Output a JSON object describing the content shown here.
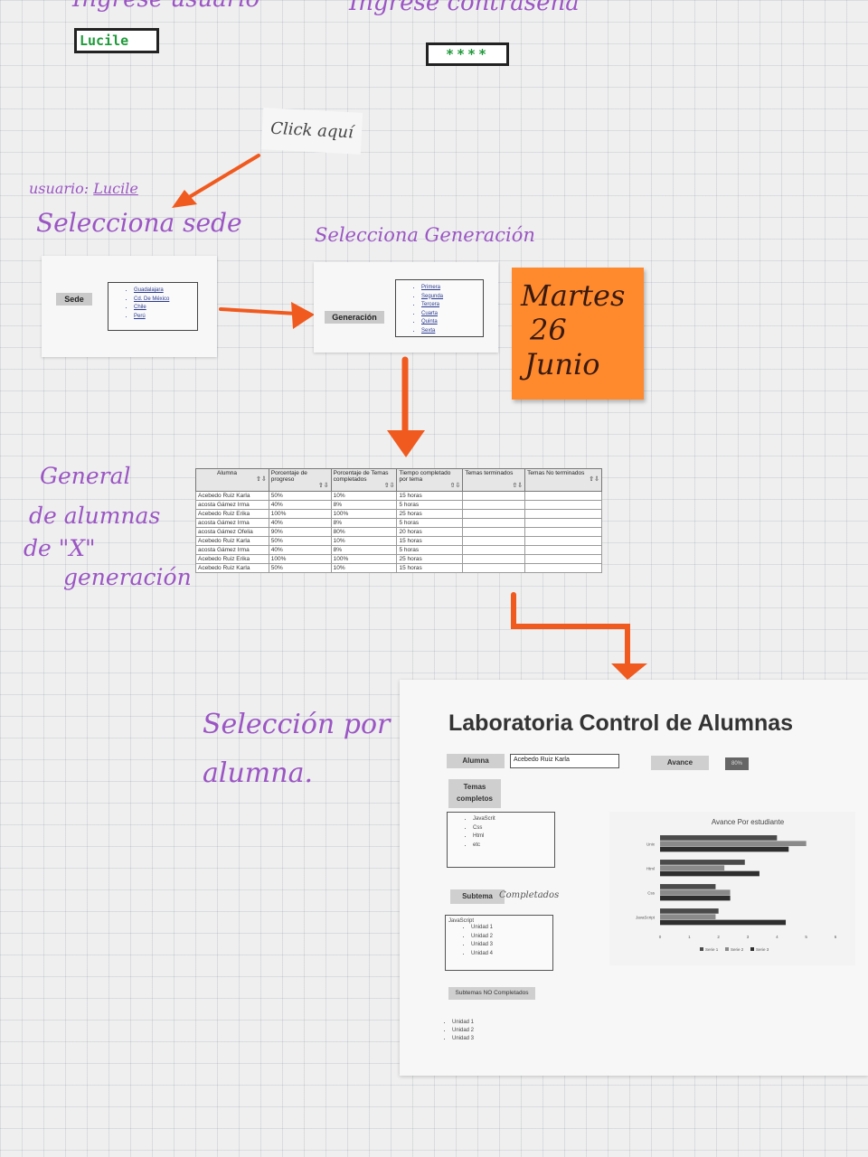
{
  "login": {
    "user_heading": "Ingrese usuario",
    "password_heading": "Ingrese contraseña",
    "user_value": "Lucile",
    "password_value": "****"
  },
  "click_note": "Click aquí",
  "user_label": "usuario:",
  "user_name": "Lucile",
  "select_sede_title": "Selecciona sede",
  "select_gen_title": "Selecciona Generación",
  "sede": {
    "button": "Sede",
    "options": [
      "Guadalajara",
      "Cd. De México",
      "Chile",
      "Perú"
    ]
  },
  "generacion": {
    "button": "Generación",
    "options": [
      "Primera",
      "Segunda",
      "Tercera",
      "Cuarta",
      "Quinta",
      "Sexta"
    ]
  },
  "sticky": {
    "line1": "Martes",
    "line2": "26",
    "line3": "Junio"
  },
  "general_caption": {
    "line1": "General",
    "line2": "de alumnas",
    "line3": "de \"X\"",
    "line4": "generación"
  },
  "table": {
    "headers": [
      "Alumna",
      "Porcentaje de progreso",
      "Porcentaje de Temas completados",
      "Tiempo completado por tema",
      "Temas terminados",
      "Temas No terminados"
    ],
    "rows": [
      [
        "Acebedo Ruiz Karla",
        "50%",
        "10%",
        "15 horas",
        "",
        ""
      ],
      [
        "acosta Gámez Irma",
        "40%",
        "8%",
        "5 horas",
        "",
        ""
      ],
      [
        "Acebedo Ruiz Erika",
        "100%",
        "100%",
        "25 horas",
        "",
        ""
      ],
      [
        "acosta Gámez Irma",
        "40%",
        "8%",
        "5 horas",
        "",
        ""
      ],
      [
        "acosta Gámez Ofelia",
        "90%",
        "80%",
        "20 horas",
        "",
        ""
      ],
      [
        "Acebedo Ruiz Karla",
        "50%",
        "10%",
        "15 horas",
        "",
        ""
      ],
      [
        "acosta Gámez Irma",
        "40%",
        "8%",
        "5 horas",
        "",
        ""
      ],
      [
        "Acebedo Ruiz Erika",
        "100%",
        "100%",
        "25 horas",
        "",
        ""
      ],
      [
        "Acebedo Ruiz Karla",
        "50%",
        "10%",
        "15 horas",
        "",
        ""
      ]
    ]
  },
  "seleccion_caption": {
    "line1": "Selección por",
    "line2": "alumna."
  },
  "lab": {
    "title": "Laboratoria Control de Alumnas",
    "alumna_label": "Alumna",
    "alumna_value": "Acebedo Ruiz Karla",
    "avance_label": "Avance",
    "avance_value": "80%",
    "temas_label_1": "Temas",
    "temas_label_2": "completos",
    "temas": [
      "JavaScrit",
      "Css",
      "Html",
      "etc"
    ],
    "subtema_label": "Subtema",
    "subtema_handwritten": "Completados",
    "subtema_box_title": "JavaScript",
    "subtemas": [
      "Unidad 1",
      "Unidad 2",
      "Unidad 3",
      "Unidad 4"
    ],
    "no_completados_label": "Subtemas NO Completados",
    "no_completados": [
      "Unidad 1",
      "Unidad 2",
      "Unidad 3"
    ]
  },
  "chart_data": {
    "type": "bar",
    "orientation": "horizontal",
    "title": "Avance Por estudiante",
    "categories": [
      "JavaScript",
      "Css",
      "Html",
      "Unix"
    ],
    "series": [
      {
        "name": "Serie 1",
        "values": [
          2.0,
          1.9,
          2.9,
          4.0
        ],
        "color": "#4a4a4a"
      },
      {
        "name": "Serie 2",
        "values": [
          1.9,
          2.4,
          2.2,
          5.0
        ],
        "color": "#8a8a8a"
      },
      {
        "name": "Serie 3",
        "values": [
          4.3,
          2.4,
          3.4,
          4.4
        ],
        "color": "#2e2e2e"
      }
    ],
    "xlim": [
      0,
      6
    ],
    "x_ticks": [
      "0",
      "1",
      "2",
      "3",
      "4",
      "5",
      "6"
    ],
    "legend": "bottom",
    "grid": false
  },
  "colors": {
    "handwriting": "#9b55c4",
    "arrow": "#f05a1e",
    "sticky": "#ff8a2e",
    "login_text": "#1f9a3a"
  }
}
